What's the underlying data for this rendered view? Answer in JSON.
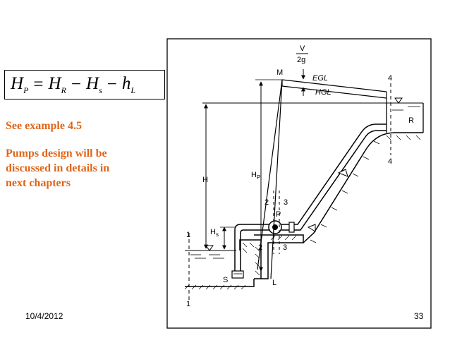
{
  "formula": {
    "h": "H",
    "p": "P",
    "eq": "=",
    "r": "R",
    "minus": "−",
    "s": "s",
    "l": "L",
    "hl": "h"
  },
  "notes": {
    "example": "See example 4.5",
    "pumps_line1": "Pumps design will be",
    "pumps_line2": "discussed in details in",
    "pumps_line3": "next chapters"
  },
  "footer": {
    "date": "10/4/2012",
    "page": "33"
  },
  "diagram_labels": {
    "v_num": "V",
    "v_den": "2g",
    "m": "M",
    "egl": "EGL",
    "hgl": "HGL",
    "four_top": "4",
    "four_bottom": "4",
    "r": "R",
    "h": "H",
    "hp_main": "H",
    "hp_sub": "P",
    "two_upper": "2",
    "three_upper": "3",
    "p": "P",
    "one_upper": "1",
    "hs_main": "H",
    "hs_sub": "s",
    "two_lower": "2",
    "three_lower": "3",
    "s": "S",
    "l": "L",
    "one_lower": "1"
  },
  "colors": {
    "accent_text": "#e06519",
    "line": "#000000"
  }
}
